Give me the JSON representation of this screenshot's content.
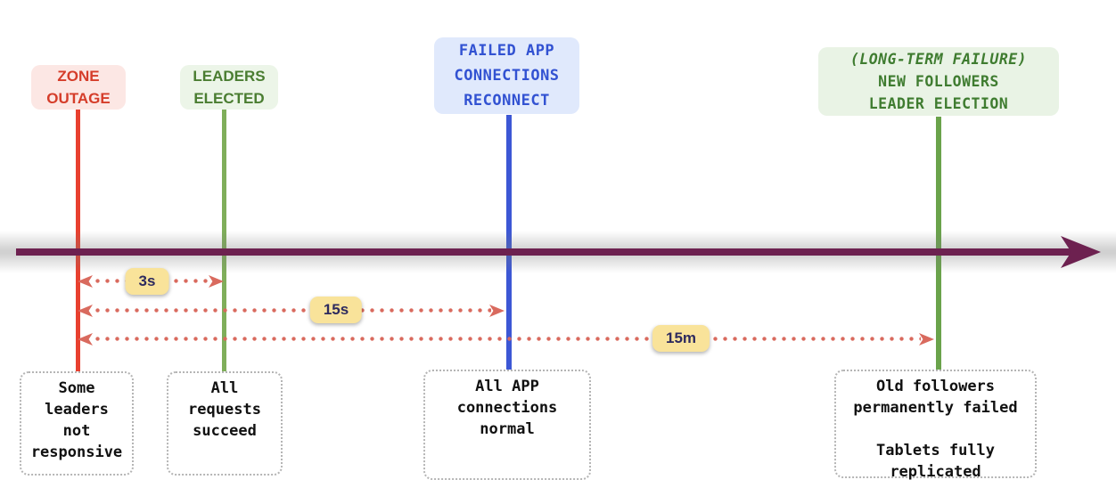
{
  "events": [
    {
      "id": "zone-outage",
      "label": "ZONE\nOUTAGE",
      "label_color": "#d53d2a",
      "label_bg": "#fce7e4",
      "line_color": "#e8402f",
      "note": "Some\nleaders\nnot\nresponsive"
    },
    {
      "id": "leaders-elected",
      "label": "LEADERS\nELECTED",
      "label_color": "#4a7d31",
      "label_bg": "#ecf5e8",
      "line_color": "#7fae5a",
      "note": "All\nrequests\nsucceed"
    },
    {
      "id": "failed-app-connections-reconnect",
      "label": "FAILED APP\nCONNECTIONS\nRECONNECT",
      "label_color": "#3252d2",
      "label_bg": "#e0e9fc",
      "line_color": "#3c57d5",
      "note": "All APP\nconnections\nnormal"
    },
    {
      "id": "new-followers-leader-election",
      "label_line1": "(LONG-TERM FAILURE)",
      "label_rest": "NEW FOLLOWERS\nLEADER ELECTION",
      "label_color": "#3f7c30",
      "label_bg": "#e9f3e5",
      "line_color": "#6aa34b",
      "note": "Old followers\npermanently failed\n\nTablets fully\nreplicated"
    }
  ],
  "durations": [
    {
      "id": "outage-to-election",
      "label": "3s"
    },
    {
      "id": "outage-to-reconnect",
      "label": "15s"
    },
    {
      "id": "outage-to-new-followers",
      "label": "15m"
    }
  ],
  "colors": {
    "timeline": "#6d2150",
    "duration_arrow": "#d96a5e",
    "badge_bg": "#f9e39a",
    "badge_text": "#2d2a5e",
    "note_border": "#b5b5b5"
  }
}
